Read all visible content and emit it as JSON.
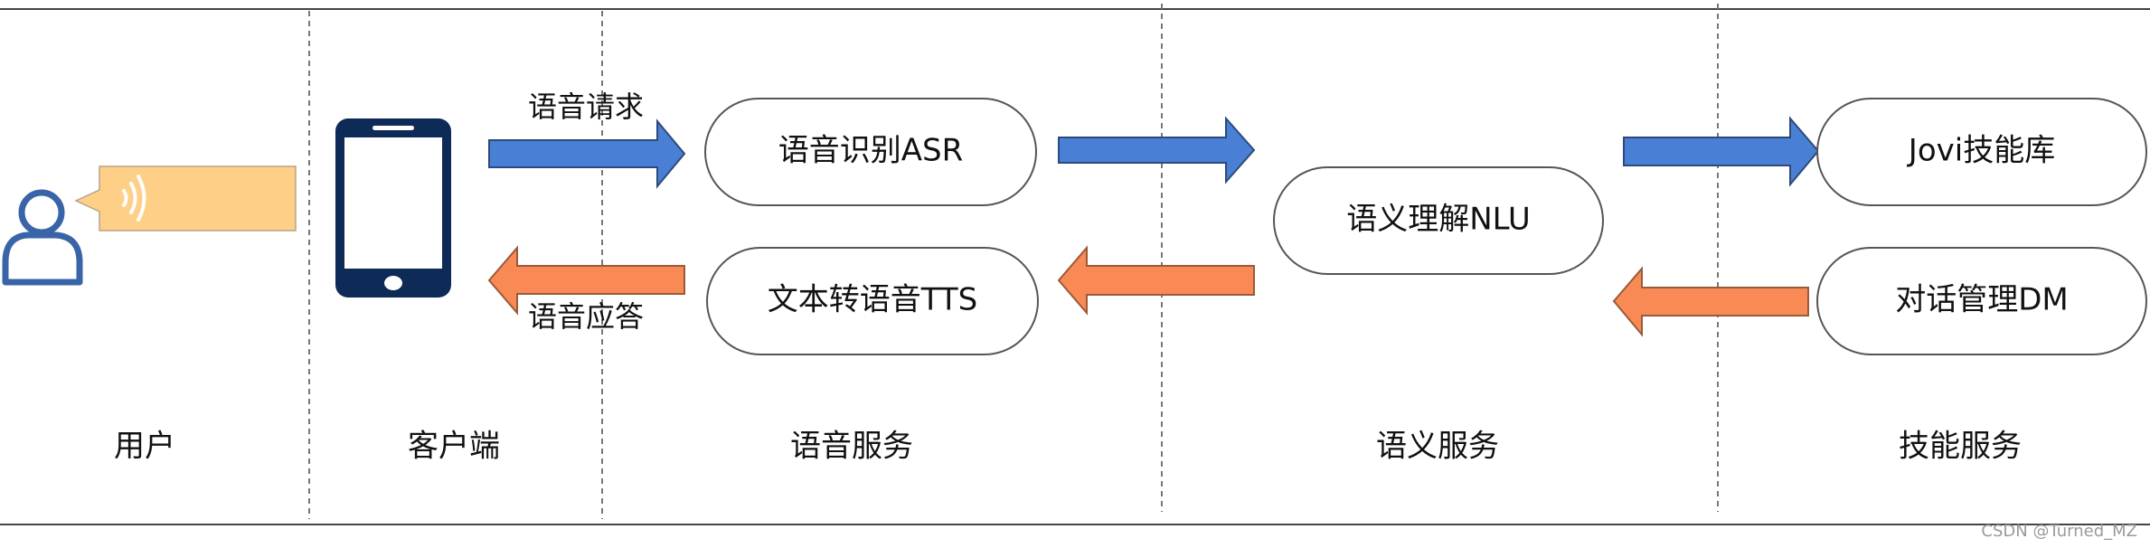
{
  "columns": {
    "user": "用户",
    "client": "客户端",
    "speech": "语音服务",
    "semantic": "语义服务",
    "skill": "技能服务"
  },
  "boxes": {
    "asr": "语音识别ASR",
    "tts": "文本转语音TTS",
    "nlu": "语义理解NLU",
    "jovi": "Jovi技能库",
    "dm": "对话管理DM"
  },
  "arrow_labels": {
    "request": "语音请求",
    "response": "语音应答"
  },
  "watermark": "CSDN @Turned_MZ",
  "colors": {
    "forward_arrow": "#4a7fd6",
    "backward_arrow": "#f98a56",
    "speech_bubble": "#fecf87",
    "user_icon": "#3a64a8",
    "phone": "#0e2a57"
  }
}
